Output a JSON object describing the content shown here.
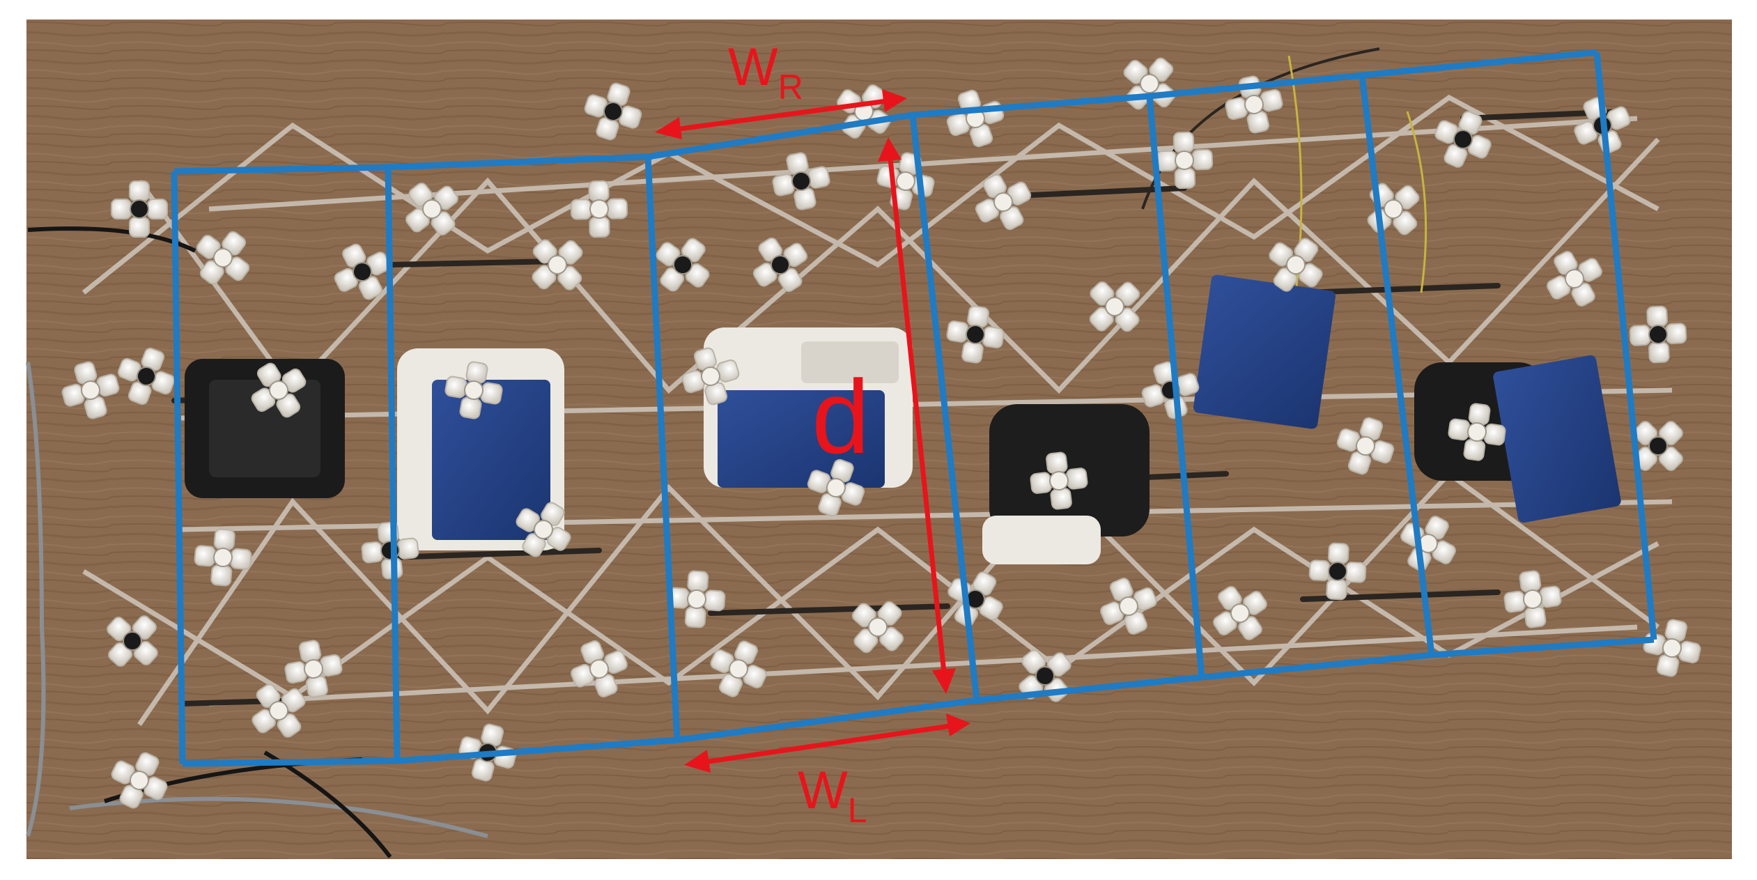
{
  "annotations": {
    "wr_main": "W",
    "wr_sub": "R",
    "wl_main": "W",
    "wl_sub": "L",
    "d": "d"
  },
  "colors": {
    "background_wood": "#8a6a4e",
    "segment_outline": "#1f7bc4",
    "annotation": "#e8141b",
    "frame_white": "#ece9e2"
  },
  "segments": {
    "count": 6
  }
}
